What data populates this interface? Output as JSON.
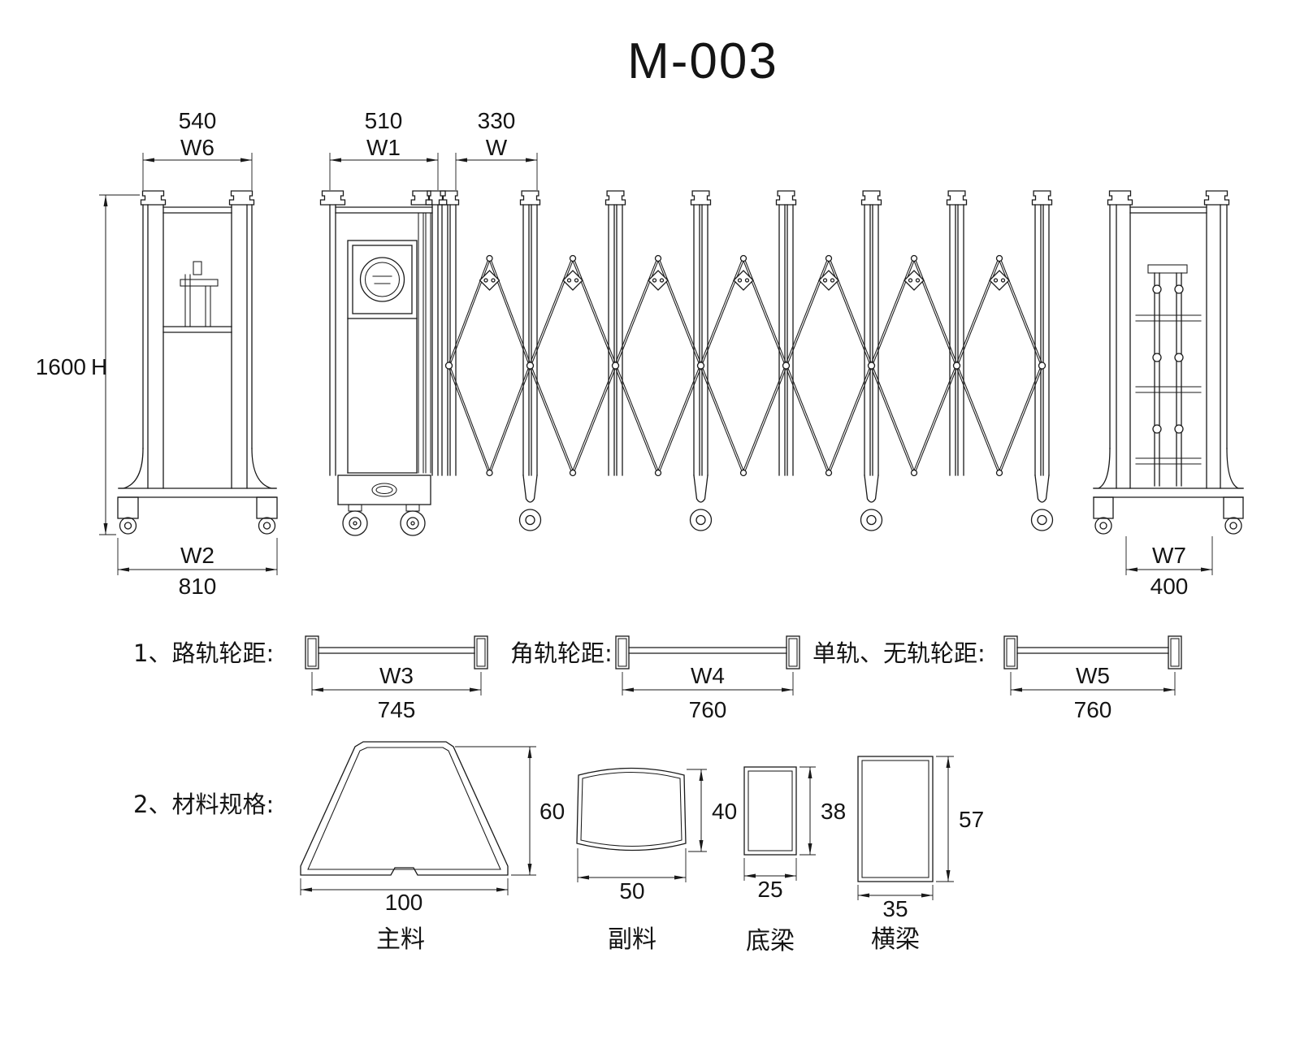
{
  "title": "M-003",
  "views": {
    "left": {
      "dim_top_value": "540",
      "dim_top_label": "W6",
      "dim_height_value": "1600",
      "dim_height_label": "H",
      "dim_bottom_label": "W2",
      "dim_bottom_value": "810"
    },
    "front": {
      "dim_post_value": "510",
      "dim_post_label": "W1",
      "dim_pitch_value": "330",
      "dim_pitch_label": "W"
    },
    "right": {
      "dim_bottom_label": "W7",
      "dim_bottom_value": "400"
    }
  },
  "wheel_tracks": {
    "item1": {
      "label": "1、路轨轮距:",
      "dim_label": "W3",
      "dim_value": "745"
    },
    "item2": {
      "label": "角轨轮距:",
      "dim_label": "W4",
      "dim_value": "760"
    },
    "item3": {
      "label": "单轨、无轨轮距:",
      "dim_label": "W5",
      "dim_value": "760"
    }
  },
  "materials": {
    "label": "2、材料规格:",
    "profiles": [
      {
        "name": "主料",
        "width": "100",
        "height": "60"
      },
      {
        "name": "副料",
        "width": "50",
        "height": "40"
      },
      {
        "name": "底梁",
        "width": "25",
        "height": "38"
      },
      {
        "name": "横梁",
        "width": "35",
        "height": "57"
      }
    ]
  },
  "colors": {
    "line": "#1a1a1a",
    "background": "#ffffff"
  }
}
